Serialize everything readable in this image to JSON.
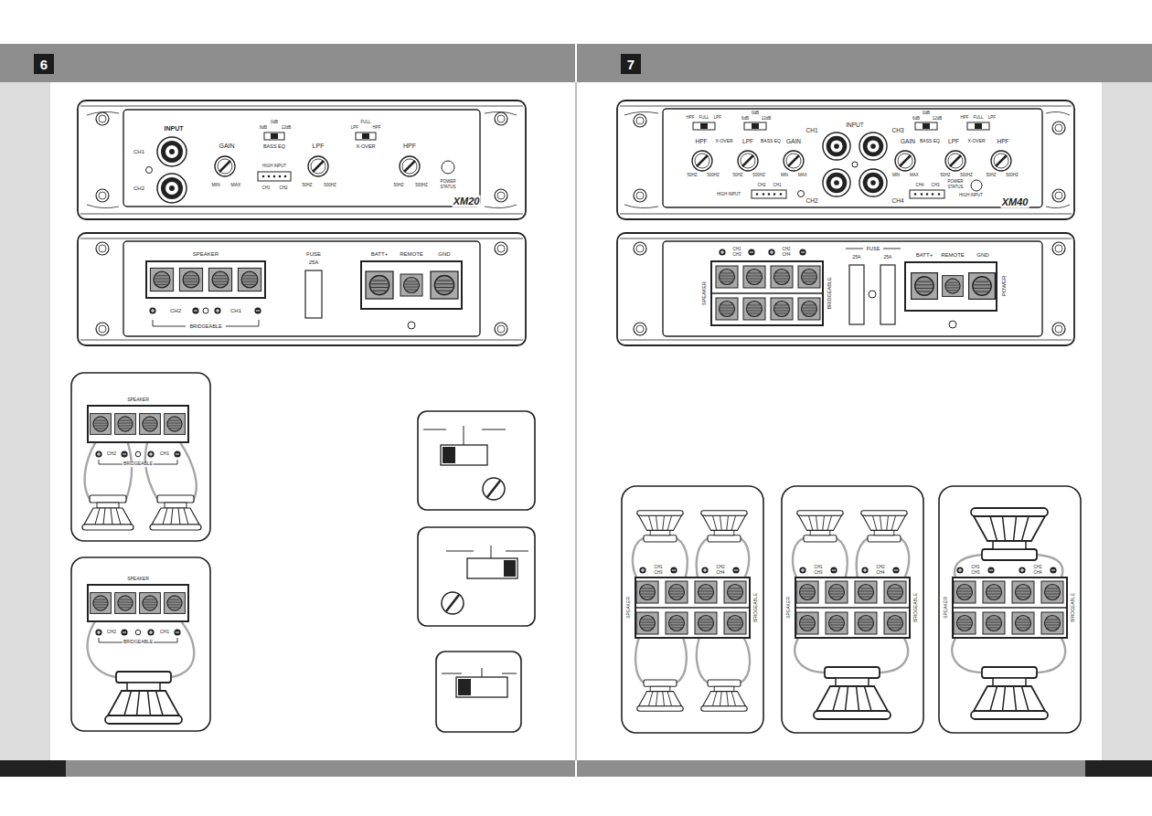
{
  "diagram": {
    "nodes": [
      {
        "text": [
          "6"
        ]
      },
      {
        "text": [
          "7"
        ]
      }
    ],
    "labels": [
      "INPUT",
      "CH1",
      "CH2",
      "GAIN",
      "MIN",
      "MAX",
      "0dB",
      "6dB",
      "12dB",
      "BASS EQ",
      "HIGH INPUT",
      "CH1",
      "CH2",
      "LPF",
      "50HZ",
      "500HZ",
      "FULL",
      "LPF",
      "HPF",
      "X-OVER",
      "HPF",
      "50HZ",
      "500HZ",
      "POWER",
      "STATUS",
      "XM20",
      "SPEAKER",
      "CH2",
      "CH1",
      "BRIDGEABLE",
      "FUSE",
      "25A",
      "BATT+",
      "REMOTE",
      "GND",
      "SPEAKER",
      "CH2",
      "CH1",
      "BRIDGEABLE",
      "SPEAKER",
      "CH2",
      "CH1",
      "BRIDGEABLE",
      "HPF",
      "FULL",
      "LPF",
      "X-OVER",
      "0dB",
      "6dB",
      "12dB",
      "BASS EQ",
      "HPF",
      "LPF",
      "GAIN",
      "50HZ",
      "500HZ",
      "50HZ",
      "500HZ",
      "MIN",
      "MAX",
      "CH2",
      "CH1",
      "HIGH INPUT",
      "CH1",
      "INPUT",
      "CH3",
      "CH2",
      "CH4",
      "0dB",
      "6dB",
      "12dB",
      "BASS EQ",
      "HPF",
      "FULL",
      "LPF",
      "X-OVER",
      "GAIN",
      "LPF",
      "HPF",
      "MIN",
      "MAX",
      "50HZ",
      "500HZ",
      "50HZ",
      "500HZ",
      "POWER",
      "STATUS",
      "CH4",
      "CH3",
      "HIGH INPUT",
      "XM40",
      "CH1",
      "CH3",
      "CH2",
      "CH4",
      "SPEAKER",
      "BRIDGEABLE",
      "FUSE",
      "25A",
      "25A",
      "BATT+",
      "REMOTE",
      "GND",
      "POWER",
      "CH1",
      "CH3",
      "CH2",
      "CH4",
      "SPEAKER",
      "BRIDGEABLE",
      "CH1",
      "CH3",
      "CH2",
      "CH4",
      "SPEAKER",
      "BRIDGEABLE",
      "CH1",
      "CH3",
      "CH2",
      "CH4",
      "SPEAKER",
      "BRIDGEABLE"
    ]
  }
}
